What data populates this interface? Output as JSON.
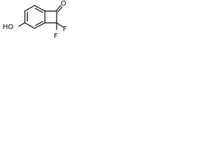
{
  "molecule": {
    "atoms": {
      "carbonyl_oxygen": "O",
      "hydroxyl": "HO",
      "fluorine_upper": "F",
      "fluorine_lower": "F"
    },
    "colors": {
      "bond": "#000000",
      "label": "#000000",
      "background": "#ffffff"
    }
  }
}
